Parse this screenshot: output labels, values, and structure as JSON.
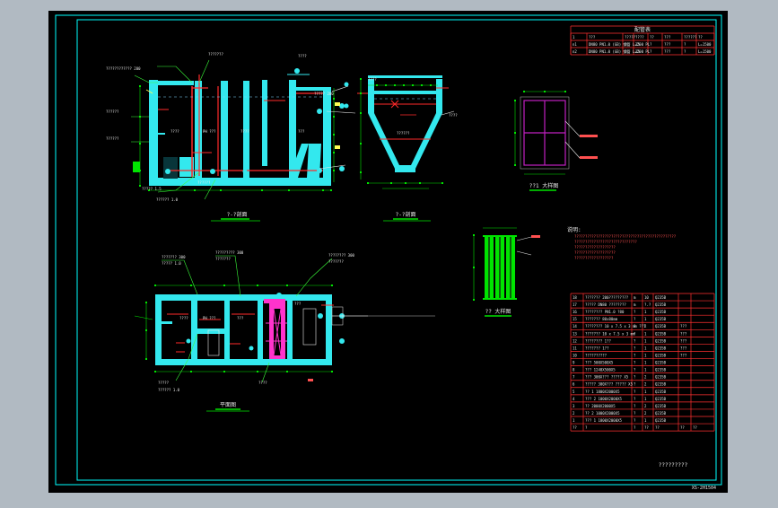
{
  "colors": {
    "viewport_bg": "#b1bac2",
    "paper": "#000000",
    "frame": "#00ffff",
    "wall": "#33e8ee",
    "pipe_red": "#ff2a2a",
    "dim_green": "#00e400",
    "leader_green": "#3aff3a",
    "label_white": "#e8e8e8",
    "label_yellow": "#ffff55",
    "table_red": "#ff3030",
    "magenta": "#ff33cc",
    "deep_magenta": "#c020c0",
    "red_text": "#ff5050"
  },
  "titles": {
    "section_a": "?-?剖面",
    "section_b": "?-?剖面",
    "plan": "平面图",
    "detail_1": "??1 大样图",
    "detail_2": "?? 大样图",
    "drawing_name": "?????????"
  },
  "notes": {
    "heading": "说明:",
    "lines": [
      "???????????????????????????????????????????????",
      "?????????????????????????????",
      "???????????????????",
      "???????????????????",
      "??????????????????"
    ]
  },
  "labels": {
    "sec_a": [
      "???????????? 200",
      "???????",
      "??????",
      "??????",
      "??????",
      "PH ???",
      "????",
      "???",
      "????",
      "????? 1.5",
      "????? 200",
      "?????? 1.0",
      "????"
    ],
    "sec_b": [
      "????",
      "??????",
      "????"
    ],
    "plan": [
      "??????? 300",
      "????? 1.0",
      "????????? 300",
      "???????",
      "???????? 300",
      "???????",
      "????",
      "PH ???",
      "???",
      "???",
      "????",
      "?????",
      "?????? 1.0"
    ]
  },
  "top_table": {
    "header": "配管表",
    "rows": [
      [
        "1",
        "???",
        "?????",
        "????",
        "??",
        "???",
        "??????",
        "??"
      ],
      [
        "n1",
        "DN80 PN1.0 (GB) 钢管 L=200 PL",
        "?",
        "25",
        "?",
        "???",
        "?",
        "L=1500"
      ],
      [
        "n2",
        "DN80 PN1.0 (GB) 钢管 L=200 PL",
        "?",
        "25",
        "?",
        "???",
        "?",
        "L=1500"
      ]
    ]
  },
  "bom": {
    "rows": [
      [
        "18",
        "??????? 200?????????",
        "m",
        "10",
        "Q235B",
        "",
        ""
      ],
      [
        "17",
        "????? DN80 ????????",
        "m",
        "?.?",
        "Q235B",
        "",
        ""
      ],
      [
        "16",
        "???????? PN1.0 ?80",
        "?",
        "1",
        "Q235B",
        "",
        ""
      ],
      [
        "15",
        "??????? 80x80mm",
        "?",
        "1",
        "Q235B",
        "",
        ""
      ],
      [
        "14",
        "???????? 10 x 7.5 x 3 mm ???",
        "?",
        "2",
        "Q235B",
        "???",
        ""
      ],
      [
        "13",
        "??????? 10 x 7.5 x 3 mm",
        "?",
        "1",
        "Q235B",
        "???",
        ""
      ],
      [
        "12",
        "???????? 1??",
        "?",
        "1",
        "Q235B",
        "???",
        ""
      ],
      [
        "11",
        "??????? 1??",
        "?",
        "1",
        "Q235B",
        "???",
        ""
      ],
      [
        "10",
        "??????????",
        "?",
        "1",
        "Q235B",
        "???",
        ""
      ],
      [
        "9",
        "??? 500X500X5",
        "?",
        "1",
        "Q235B",
        "",
        ""
      ],
      [
        "8",
        "??? 1240X500X5",
        "?",
        "1",
        "Q235B",
        "",
        ""
      ],
      [
        "7",
        "??? 300X??? ????? X5",
        "?",
        "2",
        "Q235B",
        "",
        ""
      ],
      [
        "6",
        "????? 300X??? ????? X5",
        "?",
        "2",
        "Q235B",
        "",
        ""
      ],
      [
        "5",
        "?? 1 1800X2000X5",
        "?",
        "1",
        "Q235B",
        "",
        ""
      ],
      [
        "4",
        "??? 2 1000X2000X5",
        "?",
        "1",
        "Q235B",
        "",
        ""
      ],
      [
        "3",
        "?? 2000X2000X5",
        "?",
        "2",
        "Q235B",
        "",
        ""
      ],
      [
        "2",
        "?? 2 1000X2000X5",
        "?",
        "2",
        "Q235B",
        "",
        ""
      ],
      [
        "1",
        "??? 1 1800X2000X5",
        "?",
        "1",
        "Q235B",
        "",
        ""
      ],
      [
        "??",
        "?",
        "?",
        "??",
        "??",
        "??",
        "??"
      ]
    ]
  },
  "corner_code": "XS-2H1504"
}
